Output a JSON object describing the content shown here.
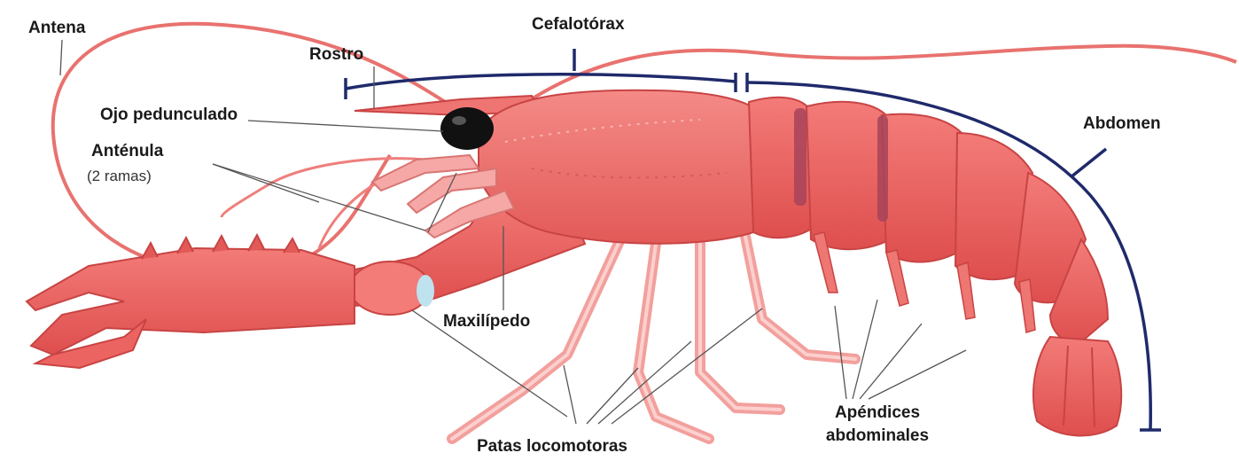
{
  "labels": {
    "antena": "Antena",
    "cefalotorax": "Cefalotórax",
    "rostro": "Rostro",
    "ojo": "Ojo pedunculado",
    "antenula": "Anténula",
    "antenula_sub": "(2 ramas)",
    "abdomen": "Abdomen",
    "maxilipedo": "Maxilípedo",
    "apendices_line1": "Apéndices",
    "apendices_line2": "abdominales",
    "patas": "Patas locomotoras"
  },
  "colors": {
    "body": "#f06a68",
    "body_dark": "#d94848",
    "body_light": "#f9a3a0",
    "joint": "#b5485a",
    "legs": "#f5a8a6",
    "bracket": "#1f2a6b",
    "leader": "#555555",
    "eye": "#111111"
  },
  "icons": {
    "eye": "compound-eye-icon"
  }
}
